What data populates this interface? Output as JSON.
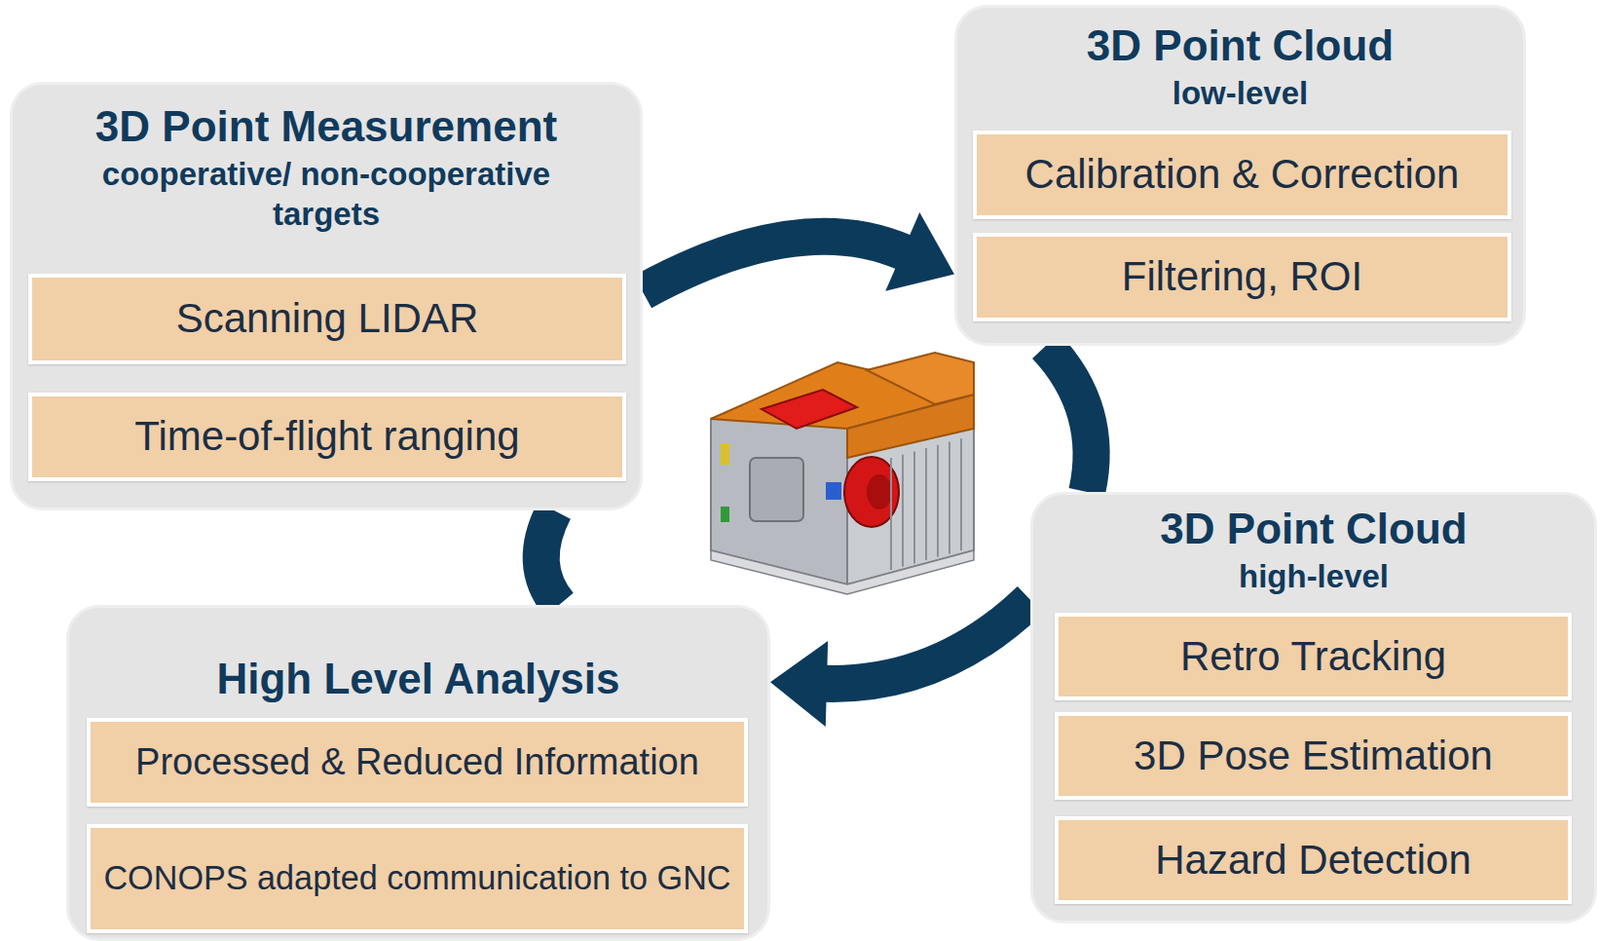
{
  "diagram": {
    "nodes": [
      {
        "text": [
          "3D Point Measurement",
          "cooperative/ non-cooperative targets"
        ]
      },
      {
        "text": [
          "Scanning LIDAR"
        ],
        "in": 0
      },
      {
        "text": [
          "Time-of-flight ranging"
        ],
        "in": 0
      },
      {
        "text": [
          "3D Point Cloud",
          "low-level"
        ]
      },
      {
        "text": [
          "Calibration & Correction"
        ],
        "in": 3
      },
      {
        "text": [
          "Filtering, ROI"
        ],
        "in": 3
      },
      {
        "text": [
          "3D Point Cloud",
          "high-level"
        ]
      },
      {
        "text": [
          "Retro Tracking"
        ],
        "in": 6
      },
      {
        "text": [
          "3D Pose Estimation"
        ],
        "in": 6
      },
      {
        "text": [
          "Hazard Detection"
        ],
        "in": 6
      },
      {
        "text": [
          "High Level Analysis"
        ]
      },
      {
        "text": [
          "Processed & Reduced Information"
        ],
        "in": 10
      },
      {
        "text": [
          "CONOPS adapted communication to GNC"
        ],
        "in": 10
      }
    ],
    "edges": [
      {
        "from": 0,
        "to": 3,
        "arrow": "to"
      },
      {
        "from": 3,
        "to": 6,
        "arrow": "none"
      },
      {
        "from": 6,
        "to": 10,
        "arrow": "to"
      },
      {
        "from": 10,
        "to": 0,
        "arrow": "none"
      }
    ]
  }
}
